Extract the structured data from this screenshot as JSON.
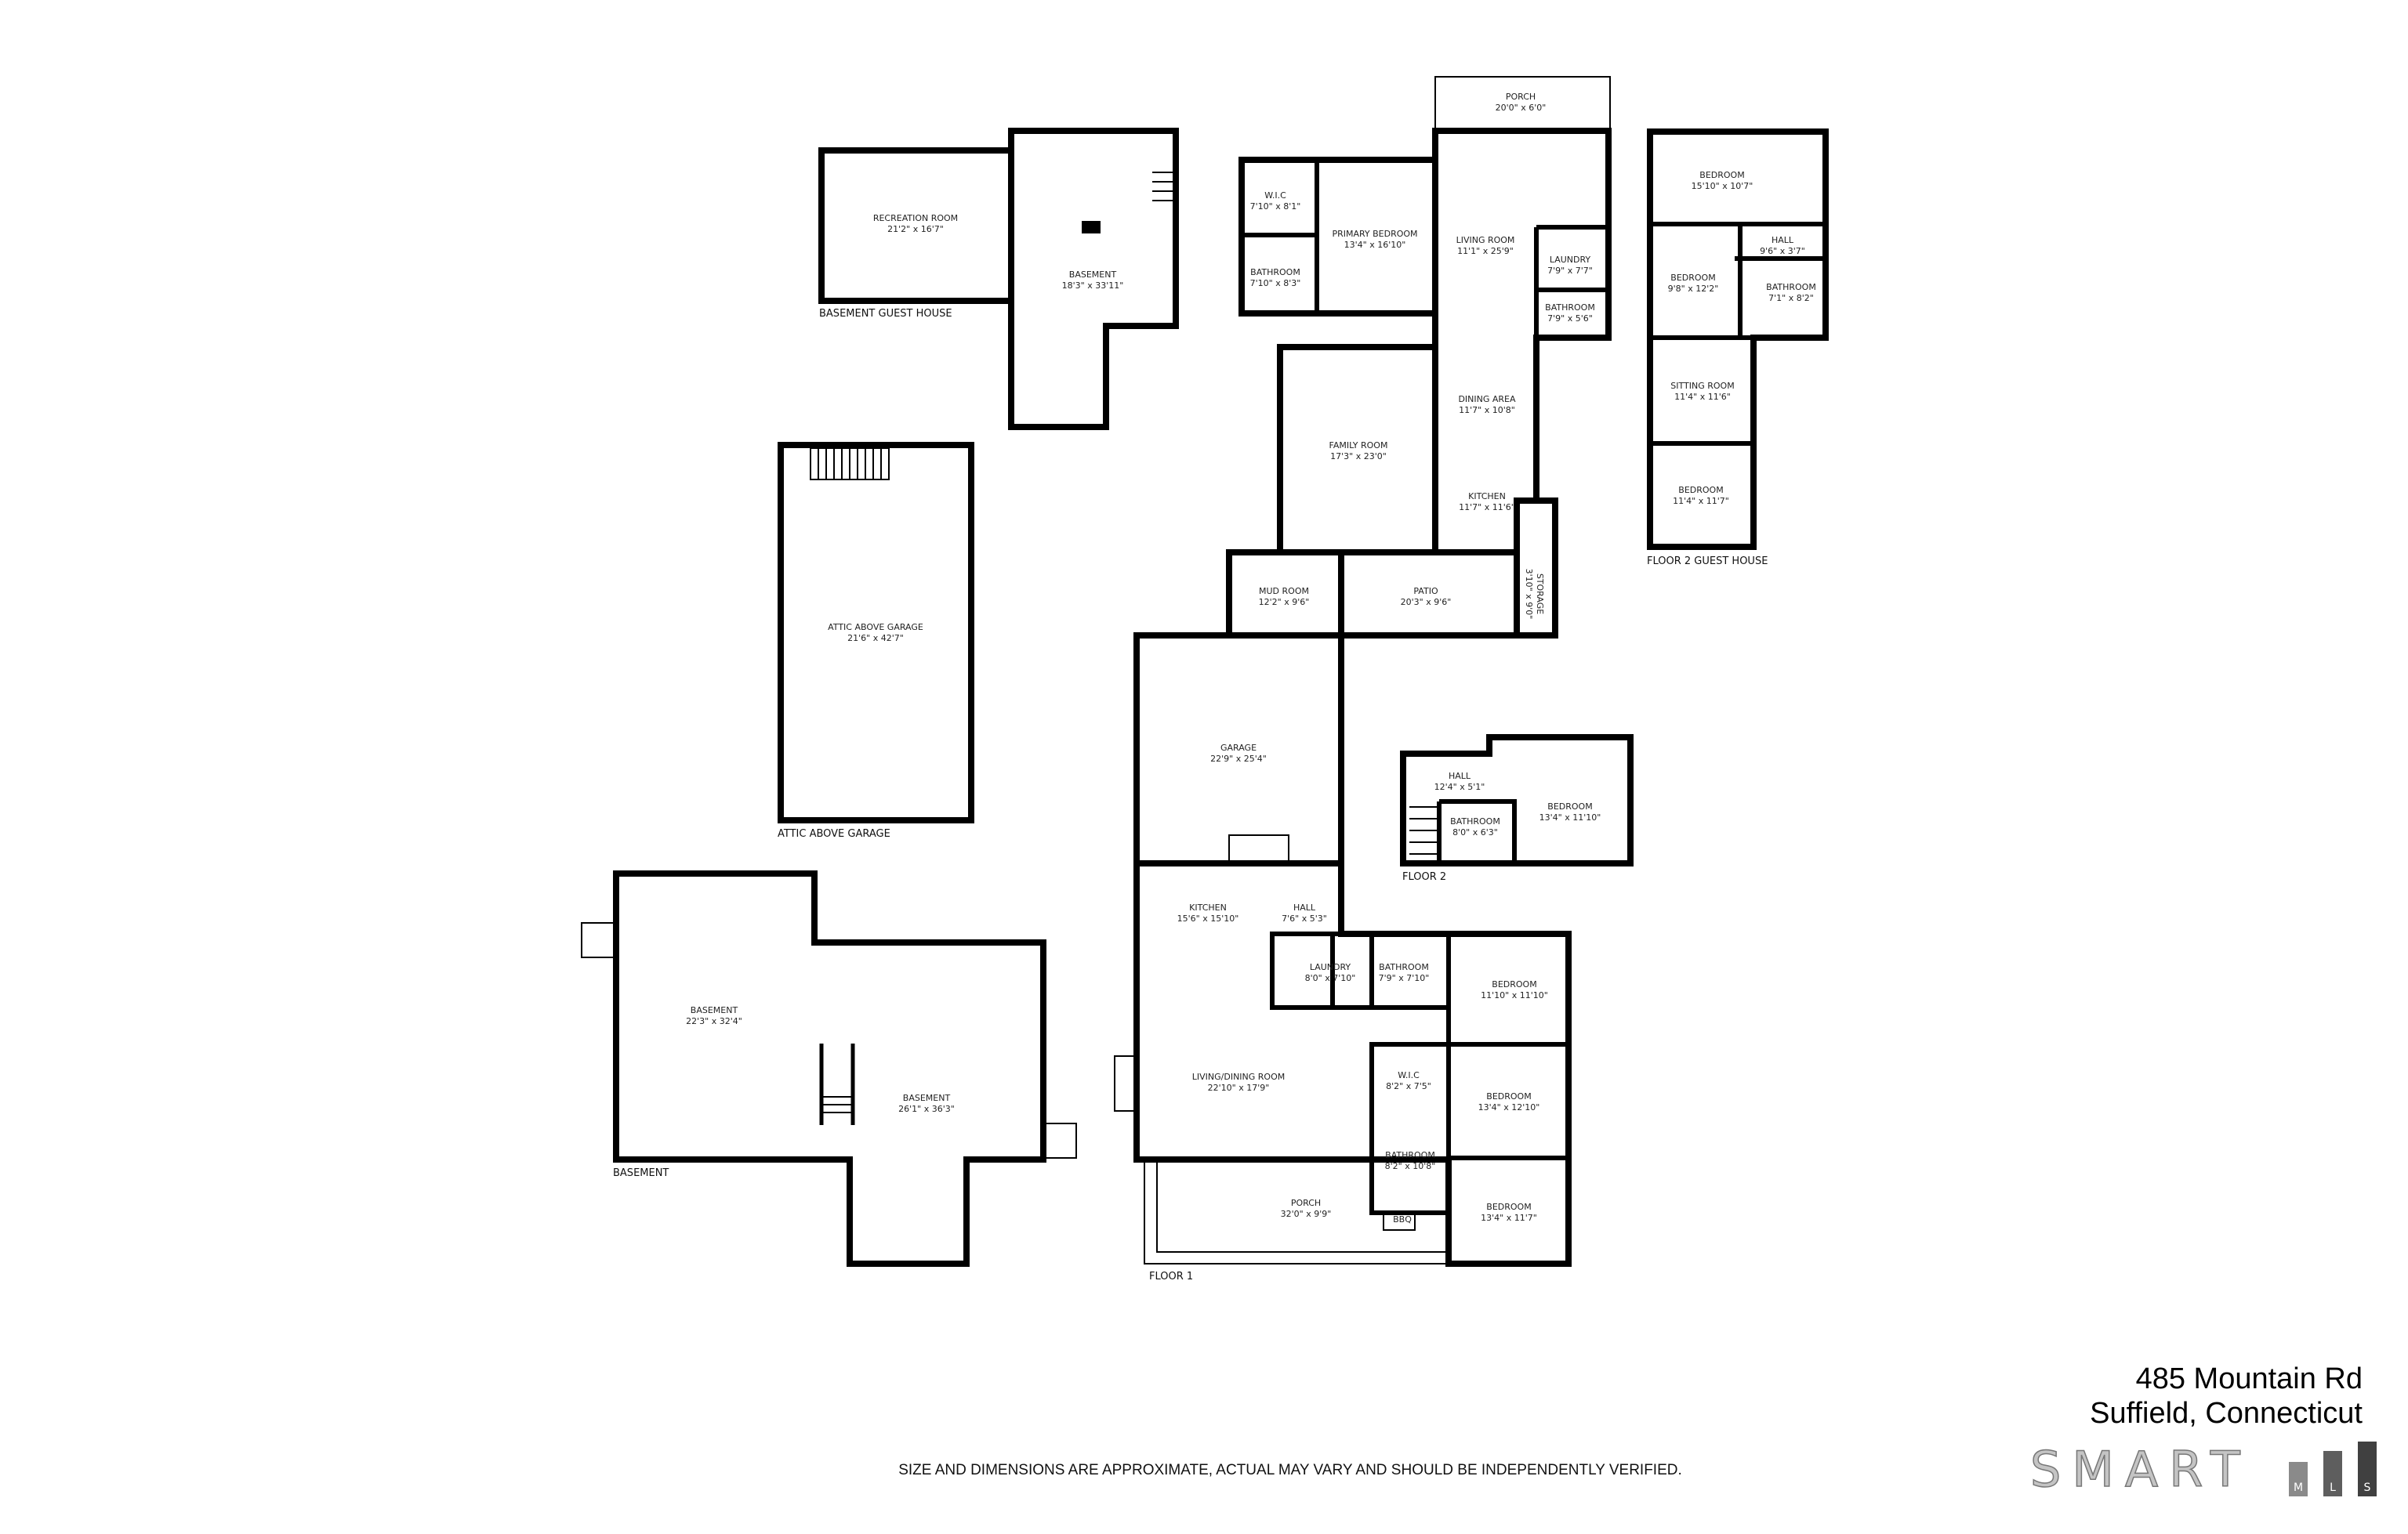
{
  "floors": {
    "basement_guest_house": {
      "label": "BASEMENT GUEST HOUSE",
      "rooms": [
        {
          "name": "RECREATION ROOM",
          "dims": "21'2\" x 16'7\""
        },
        {
          "name": "BASEMENT",
          "dims": "18'3\" x 33'11\""
        }
      ]
    },
    "attic": {
      "label": "ATTIC ABOVE GARAGE",
      "rooms": [
        {
          "name": "ATTIC ABOVE GARAGE",
          "dims": "21'6\" x 42'7\""
        }
      ]
    },
    "basement": {
      "label": "BASEMENT",
      "rooms": [
        {
          "name": "BASEMENT",
          "dims": "22'3\" x 32'4\""
        },
        {
          "name": "BASEMENT",
          "dims": "26'1\" x 36'3\""
        }
      ]
    },
    "floor2_guest_house": {
      "label": "FLOOR 2 GUEST HOUSE",
      "rooms": [
        {
          "name": "BEDROOM",
          "dims": "15'10\" x 10'7\""
        },
        {
          "name": "HALL",
          "dims": "9'6\" x 3'7\""
        },
        {
          "name": "BEDROOM",
          "dims": "9'8\" x 12'2\""
        },
        {
          "name": "BATHROOM",
          "dims": "7'1\" x 8'2\""
        },
        {
          "name": "SITTING ROOM",
          "dims": "11'4\" x 11'6\""
        },
        {
          "name": "BEDROOM",
          "dims": "11'4\" x 11'7\""
        }
      ]
    },
    "floor2": {
      "label": "FLOOR 2",
      "rooms": [
        {
          "name": "HALL",
          "dims": "12'4\" x 5'1\""
        },
        {
          "name": "BATHROOM",
          "dims": "8'0\" x 6'3\""
        },
        {
          "name": "BEDROOM",
          "dims": "13'4\" x 11'10\""
        }
      ]
    },
    "floor1": {
      "label": "FLOOR 1",
      "rooms": [
        {
          "name": "PORCH",
          "dims": "20'0\" x 6'0\""
        },
        {
          "name": "W.I.C",
          "dims": "7'10\" x 8'1\""
        },
        {
          "name": "PRIMARY BEDROOM",
          "dims": "13'4\" x 16'10\""
        },
        {
          "name": "BATHROOM",
          "dims": "7'10\" x 8'3\""
        },
        {
          "name": "LIVING ROOM",
          "dims": "11'1\" x 25'9\""
        },
        {
          "name": "LAUNDRY",
          "dims": "7'9\" x 7'7\""
        },
        {
          "name": "BATHROOM",
          "dims": "7'9\" x 5'6\""
        },
        {
          "name": "DINING AREA",
          "dims": "11'7\" x 10'8\""
        },
        {
          "name": "FAMILY ROOM",
          "dims": "17'3\" x 23'0\""
        },
        {
          "name": "KITCHEN",
          "dims": "11'7\" x 11'6\""
        },
        {
          "name": "MUD ROOM",
          "dims": "12'2\" x 9'6\""
        },
        {
          "name": "PATIO",
          "dims": "20'3\" x 9'6\""
        },
        {
          "name": "STORAGE",
          "dims": "3'10\" x 9'0\""
        },
        {
          "name": "GARAGE",
          "dims": "22'9\" x 25'4\""
        },
        {
          "name": "KITCHEN",
          "dims": "15'6\" x 15'10\""
        },
        {
          "name": "HALL",
          "dims": "7'6\" x 5'3\""
        },
        {
          "name": "LAUNDRY",
          "dims": "8'0\" x 7'10\""
        },
        {
          "name": "BATHROOM",
          "dims": "7'9\" x 7'10\""
        },
        {
          "name": "BEDROOM",
          "dims": "11'10\" x 11'10\""
        },
        {
          "name": "LIVING/DINING ROOM",
          "dims": "22'10\" x 17'9\""
        },
        {
          "name": "W.I.C",
          "dims": "8'2\" x 7'5\""
        },
        {
          "name": "BEDROOM",
          "dims": "13'4\" x 12'10\""
        },
        {
          "name": "BATHROOM",
          "dims": "8'2\" x 10'8\""
        },
        {
          "name": "PORCH",
          "dims": "32'0\" x 9'9\""
        },
        {
          "name": "BEDROOM",
          "dims": "13'4\" x 11'7\""
        }
      ],
      "fixtures": {
        "bbq": "BBQ"
      }
    }
  },
  "address": {
    "line1": "485 Mountain Rd",
    "line2": "Suffield, Connecticut"
  },
  "logo": {
    "text": "SMART",
    "badge": [
      "M",
      "L",
      "S"
    ],
    "badge_colors": [
      "#8a8a8a",
      "#5e5e5e",
      "#404040"
    ]
  },
  "disclaimer": "SIZE AND DIMENSIONS ARE APPROXIMATE, ACTUAL MAY VARY AND SHOULD BE INDEPENDENTLY VERIFIED."
}
